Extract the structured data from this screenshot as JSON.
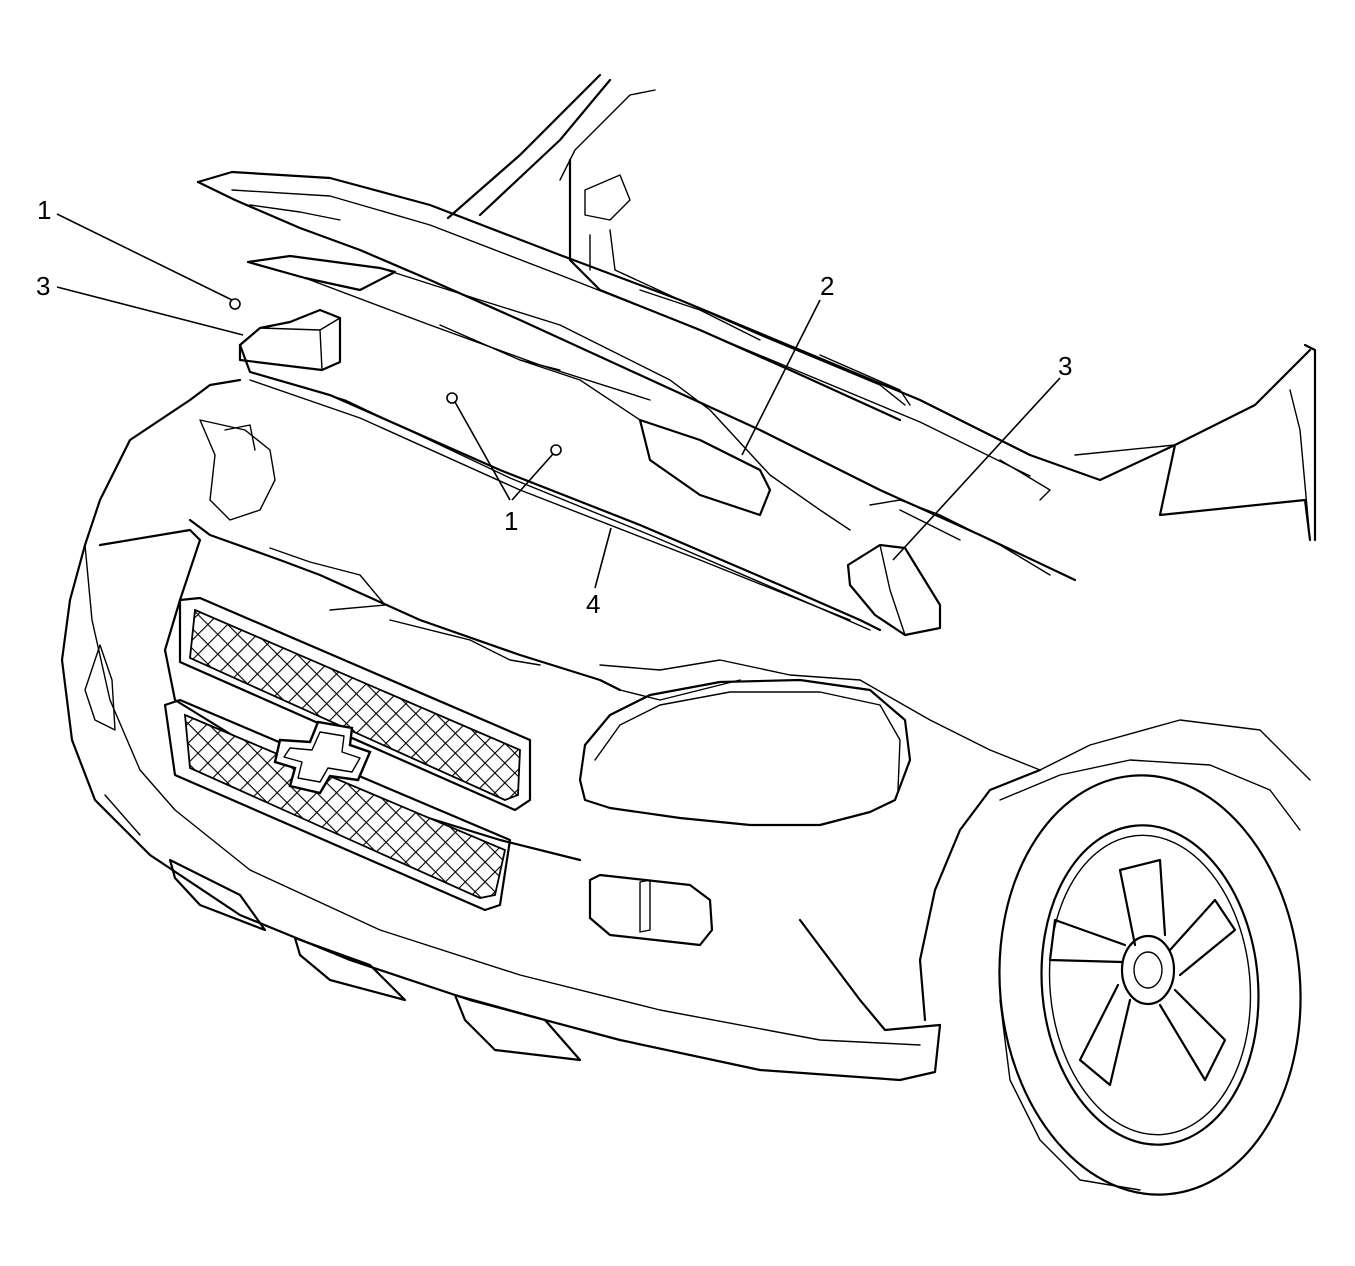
{
  "diagram": {
    "callouts": [
      {
        "id": "callout-1-left",
        "label": "1"
      },
      {
        "id": "callout-3-left",
        "label": "3"
      },
      {
        "id": "callout-2",
        "label": "2"
      },
      {
        "id": "callout-3-right",
        "label": "3"
      },
      {
        "id": "callout-1-center",
        "label": "1"
      },
      {
        "id": "callout-4",
        "label": "4"
      }
    ]
  }
}
